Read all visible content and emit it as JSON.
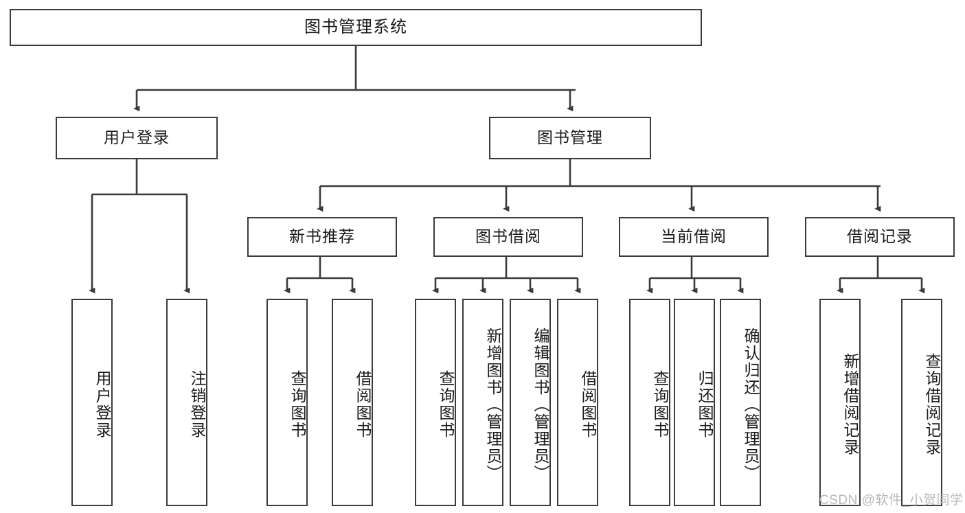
{
  "diagram": {
    "type": "tree-hierarchy",
    "title": "图书管理系统",
    "orientation": "top-down",
    "watermark": "CSDN @软件_小贺同学",
    "colors": {
      "box_border": "#3b3b3b",
      "box_fill": "#ffffff",
      "edge": "#3b3b3b",
      "text": "#1a1a1a",
      "watermark": "#b9b9b9",
      "background": "#ffffff"
    },
    "nodes": {
      "root": {
        "label": "图书管理系统"
      },
      "level2": [
        {
          "id": "user-login",
          "label": "用户登录"
        },
        {
          "id": "book-manage",
          "label": "图书管理"
        }
      ],
      "level3": [
        {
          "id": "new-book-recommend",
          "label": "新书推荐"
        },
        {
          "id": "book-borrow",
          "label": "图书借阅"
        },
        {
          "id": "current-borrow",
          "label": "当前借阅"
        },
        {
          "id": "borrow-record",
          "label": "借阅记录"
        }
      ],
      "leaves_user_login": [
        {
          "id": "leaf-user-login",
          "label": "用户登录"
        },
        {
          "id": "leaf-logout-login",
          "label": "注销登录"
        }
      ],
      "leaves_new_book_recommend": [
        {
          "id": "leaf-query-book-1",
          "label": "查询图书"
        },
        {
          "id": "leaf-borrow-book-1",
          "label": "借阅图书"
        }
      ],
      "leaves_book_borrow": [
        {
          "id": "leaf-query-book-2",
          "label": "查询图书"
        },
        {
          "id": "leaf-add-book",
          "label": "新增图书（管理员）"
        },
        {
          "id": "leaf-edit-book",
          "label": "编辑图书（管理员）"
        },
        {
          "id": "leaf-borrow-book-2",
          "label": "借阅图书"
        }
      ],
      "leaves_current_borrow": [
        {
          "id": "leaf-query-book-3",
          "label": "查询图书"
        },
        {
          "id": "leaf-return-book",
          "label": "归还图书"
        },
        {
          "id": "leaf-confirm-return",
          "label": "确认归还（管理员）"
        }
      ],
      "leaves_borrow_record": [
        {
          "id": "leaf-add-record",
          "label": "新增借阅记录"
        },
        {
          "id": "leaf-query-record",
          "label": "查询借阅记录"
        }
      ]
    }
  }
}
